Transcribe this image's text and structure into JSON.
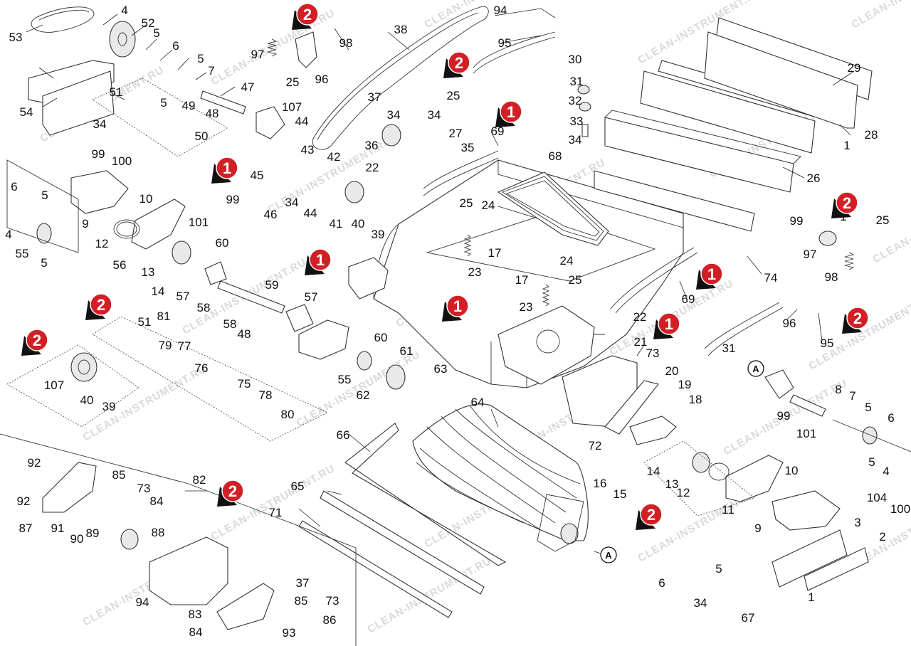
{
  "watermark": "CLEAN-INSTRUMENT.RU",
  "view_badges": {
    "one": "1",
    "two": "2"
  },
  "detail_ref": "A",
  "callouts": [
    "1",
    "1",
    "1",
    "2",
    "3",
    "4",
    "4",
    "4",
    "5",
    "5",
    "5",
    "5",
    "5",
    "5",
    "5",
    "5",
    "6",
    "6",
    "6",
    "6",
    "7",
    "7",
    "8",
    "9",
    "9",
    "10",
    "10",
    "11",
    "12",
    "12",
    "13",
    "13",
    "14",
    "14",
    "15",
    "16",
    "17",
    "17",
    "18",
    "19",
    "20",
    "21",
    "22",
    "22",
    "23",
    "23",
    "24",
    "24",
    "25",
    "25",
    "25",
    "25",
    "25",
    "26",
    "27",
    "28",
    "29",
    "30",
    "31",
    "31",
    "32",
    "33",
    "34",
    "34",
    "34",
    "34",
    "34",
    "34",
    "35",
    "36",
    "37",
    "37",
    "38",
    "39",
    "39",
    "40",
    "40",
    "41",
    "42",
    "43",
    "44",
    "44",
    "45",
    "46",
    "47",
    "48",
    "48",
    "49",
    "50",
    "51",
    "51",
    "52",
    "53",
    "54",
    "55",
    "55",
    "56",
    "57",
    "57",
    "58",
    "58",
    "59",
    "60",
    "60",
    "61",
    "62",
    "63",
    "64",
    "65",
    "66",
    "67",
    "68",
    "69",
    "69",
    "71",
    "72",
    "73",
    "73",
    "73",
    "74",
    "75",
    "76",
    "77",
    "78",
    "79",
    "80",
    "81",
    "82",
    "83",
    "84",
    "84",
    "85",
    "85",
    "86",
    "87",
    "88",
    "89",
    "90",
    "91",
    "92",
    "92",
    "93",
    "94",
    "94",
    "95",
    "95",
    "96",
    "96",
    "97",
    "97",
    "98",
    "98",
    "99",
    "99",
    "99",
    "99",
    "100",
    "100",
    "101",
    "101",
    "104",
    "107",
    "107"
  ]
}
